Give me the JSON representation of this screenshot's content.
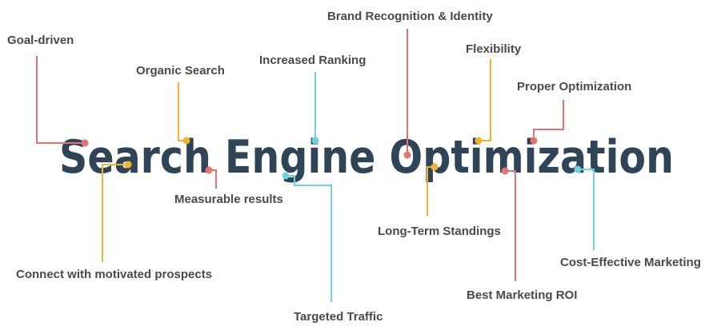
{
  "title": "Search Engine Optimization",
  "colors": {
    "title": "#2f4557",
    "label": "#4a4a4a",
    "red": "#e57373",
    "yellow": "#f2b233",
    "cyan": "#6dd3dd"
  },
  "labels": {
    "goal_driven": "Goal-driven",
    "organic_search": "Organic Search",
    "increased_ranking": "Increased Ranking",
    "brand_recognition": "Brand Recognition & Identity",
    "flexibility": "Flexibility",
    "proper_optimization": "Proper Optimization",
    "measurable_results": "Measurable results",
    "connect_prospects": "Connect with motivated prospects",
    "targeted_traffic": "Targeted Traffic",
    "long_term_standings": "Long-Term Standings",
    "best_marketing_roi": "Best Marketing ROI",
    "cost_effective": "Cost-Effective Marketing"
  }
}
